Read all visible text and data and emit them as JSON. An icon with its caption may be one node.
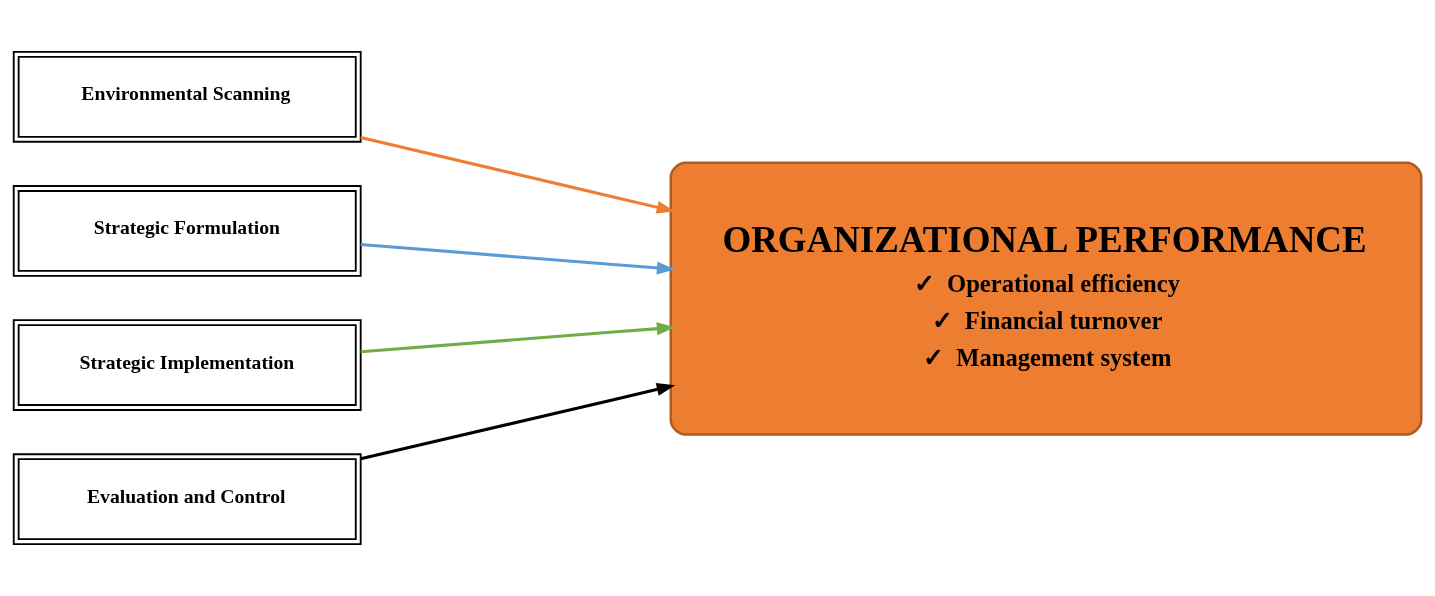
{
  "diagram": {
    "nodes": [
      {
        "text": [
          "Environmental Scanning"
        ]
      },
      {
        "text": [
          "Strategic Formulation"
        ]
      },
      {
        "text": [
          "Strategic Implementation"
        ]
      },
      {
        "text": [
          "Evaluation and Control"
        ]
      },
      {
        "text": [
          "ORGANIZATIONAL PERFORMANCE",
          "✓  Operational efficiency",
          "✓  Financial turnover",
          "✓  Management system"
        ]
      }
    ],
    "edges": [
      {
        "from": 0,
        "to": 4,
        "arrow": "to",
        "color": "#ed7d31"
      },
      {
        "from": 1,
        "to": 4,
        "arrow": "to",
        "color": "#5b9bd5"
      },
      {
        "from": 2,
        "to": 4,
        "arrow": "to",
        "color": "#70ad47"
      },
      {
        "from": 3,
        "to": 4,
        "arrow": "to",
        "color": "#000000"
      }
    ]
  }
}
